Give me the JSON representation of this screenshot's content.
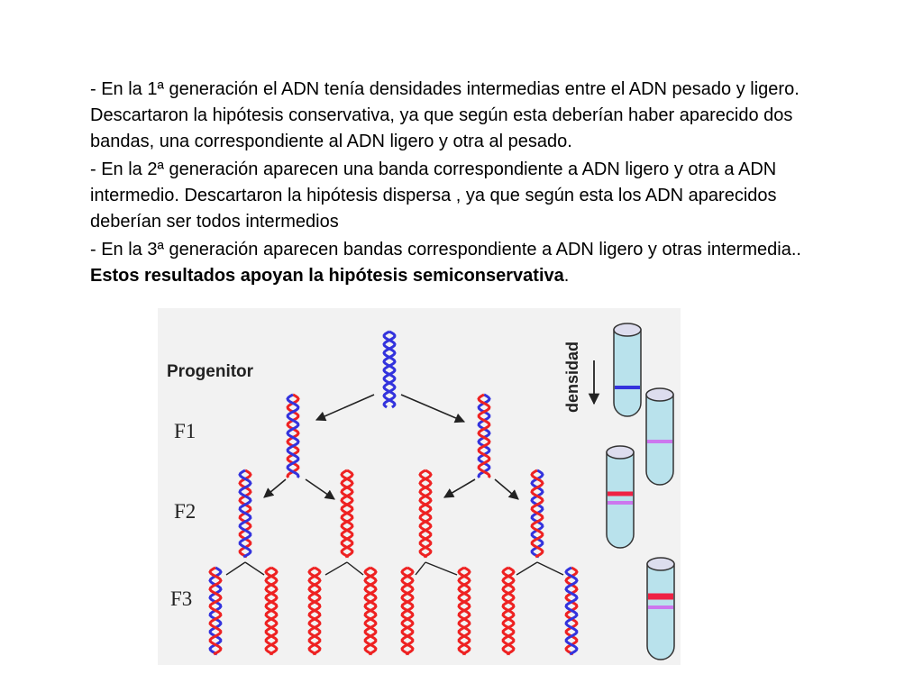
{
  "paragraphs": [
    {
      "text": "- En la 1ª generación el ADN tenía densidades intermedias entre el ADN pesado y ligero. Descartaron la hipótesis conservativa, ya que según esta deberían haber aparecido dos bandas, una correspondiente al ADN ligero y otra al pesado."
    },
    {
      "text": "- En la 2ª generación aparecen una banda correspondiente a ADN ligero y otra a ADN intermedio. Descartaron la hipótesis dispersa , ya que según esta los ADN aparecidos deberían ser todos intermedios"
    },
    {
      "text": "- En la 3ª generación aparecen bandas correspondiente  a ADN ligero y otras intermedia.. ",
      "bold": "Estos resultados apoyan la hipótesis semiconservativa",
      "tail": "."
    }
  ],
  "figure": {
    "labels": {
      "progenitor": "Progenitor",
      "f1": "F1",
      "f2": "F2",
      "f3": "F3",
      "density": "densidad"
    },
    "colors": {
      "heavy_strand": "#3333dd",
      "light_strand": "#ee2222",
      "band_heavy": "#3333dd",
      "band_intermediate": "#cc77ee",
      "band_light": "#ee2244",
      "tube_fill": "#b9e2ec",
      "arrow": "#222222"
    }
  }
}
